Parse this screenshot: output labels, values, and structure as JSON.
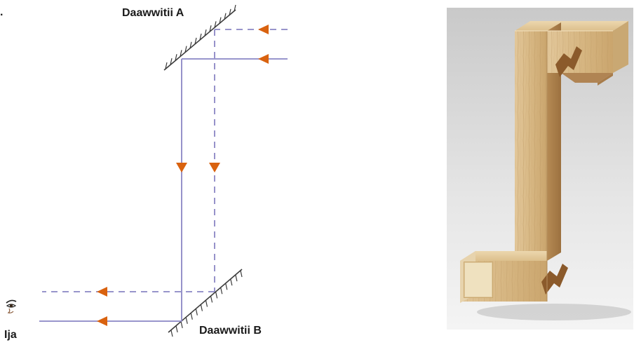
{
  "labels": {
    "mirror_a": "Daawwitii A",
    "mirror_b": "Daawwitii B",
    "eye": "Ija",
    "bullet": "."
  },
  "colors": {
    "ray": "#8a86c4",
    "arrow": "#d9620f",
    "mirror": "#3a3a3a"
  },
  "icons": {
    "eye": "eye-icon",
    "photo": "wooden-periscope-photo"
  }
}
